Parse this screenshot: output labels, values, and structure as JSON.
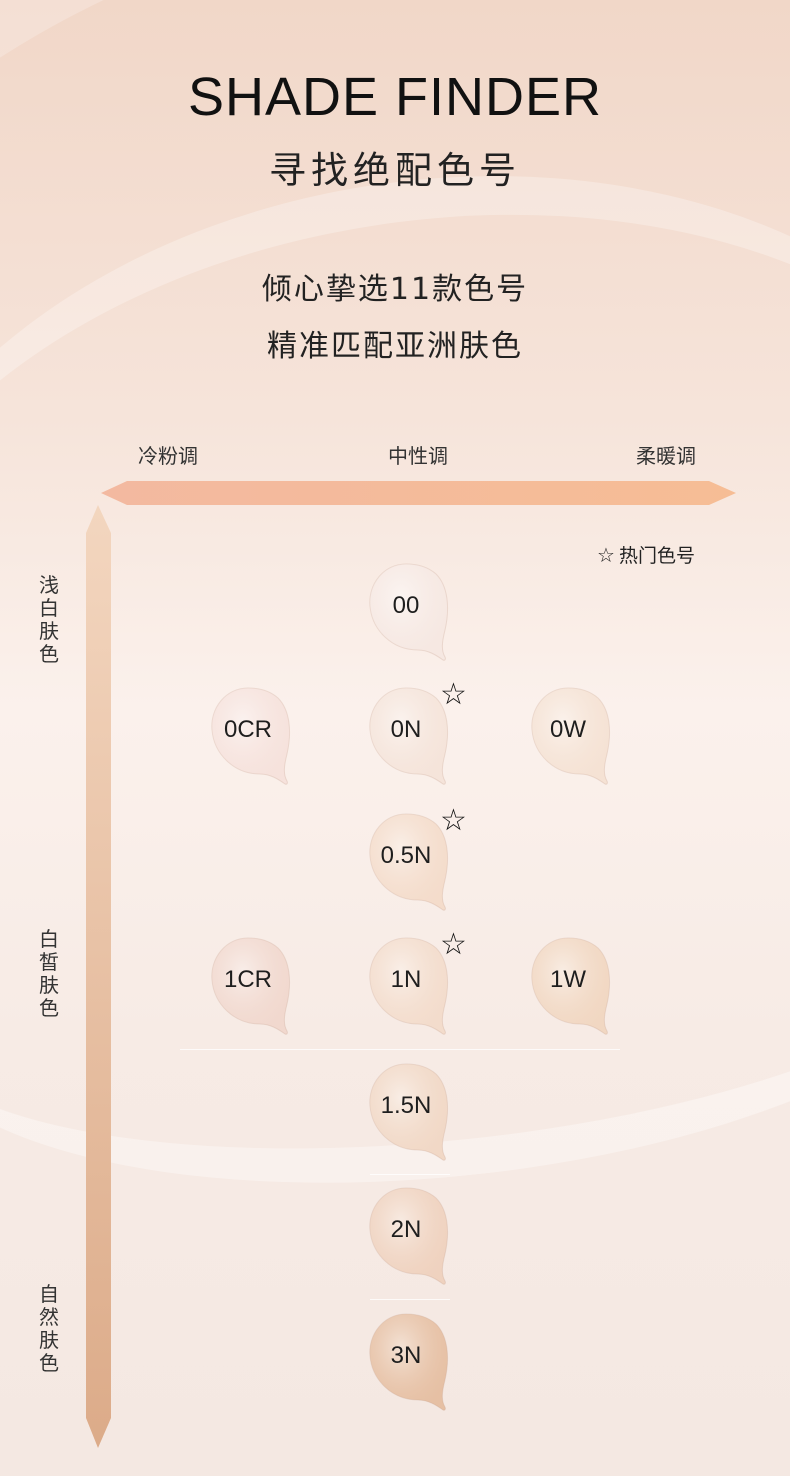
{
  "header": {
    "title_en": "SHADE FINDER",
    "title_cn": "寻找绝配色号",
    "subtitle_1": "倾心挚选11款色号",
    "subtitle_2": "精准匹配亚洲肤色"
  },
  "axes": {
    "undertones": [
      "冷粉调",
      "中性调",
      "柔暖调"
    ],
    "depths": [
      "浅白肤色",
      "白皙肤色",
      "自然肤色"
    ]
  },
  "legend": {
    "star_icon": "☆",
    "label": "热门色号"
  },
  "shades": [
    {
      "name": "00",
      "color": "#f6e8e2",
      "hot": false
    },
    {
      "name": "0CR",
      "color": "#f6e2dc",
      "hot": false
    },
    {
      "name": "0N",
      "color": "#f5e4da",
      "hot": true
    },
    {
      "name": "0W",
      "color": "#f5e2d4",
      "hot": false
    },
    {
      "name": "0.5N",
      "color": "#f4dccb",
      "hot": true
    },
    {
      "name": "1CR",
      "color": "#f1d8ce",
      "hot": false
    },
    {
      "name": "1N",
      "color": "#f3dccc",
      "hot": true
    },
    {
      "name": "1W",
      "color": "#f1d7c2",
      "hot": false
    },
    {
      "name": "1.5N",
      "color": "#f1d8c6",
      "hot": false
    },
    {
      "name": "2N",
      "color": "#efd2bf",
      "hot": false
    },
    {
      "name": "3N",
      "color": "#e6c0a4",
      "hot": false
    }
  ],
  "colors": {
    "h_axis_start": "#f3b9a0",
    "h_axis_end": "#f6bd95",
    "v_axis_start": "#f3d6bf",
    "v_axis_end": "#dcab89"
  }
}
